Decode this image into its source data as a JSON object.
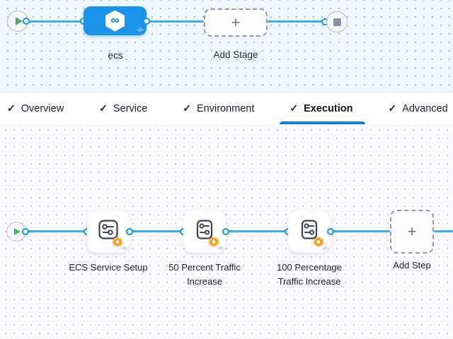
{
  "colors": {
    "node_blue": "#1b93e8",
    "line_blue": "#38aef2",
    "port_blue": "#0b97ea",
    "underline_blue": "#0a7fd6",
    "play_green": "#4cb05a",
    "stop_gray": "#8e90a5",
    "badge_orange": "#ef9a2d"
  },
  "stage_canvas": {
    "play_icon": "play-triangle",
    "stop_icon": "stop-square",
    "stage": {
      "name": "ecs",
      "icon_glyph": "∞",
      "code_glyph": "</>"
    },
    "add_stage": {
      "label": "Add Stage",
      "plus_glyph": "+"
    }
  },
  "tabs": {
    "check_glyph": "✓",
    "items": [
      {
        "label": "Overview",
        "checked": true,
        "active": false
      },
      {
        "label": "Service",
        "checked": true,
        "active": false
      },
      {
        "label": "Environment",
        "checked": true,
        "active": false
      },
      {
        "label": "Execution",
        "checked": true,
        "active": true
      },
      {
        "label": "Advanced",
        "checked": true,
        "active": false
      }
    ]
  },
  "execution": {
    "code_glyph": "</>",
    "steps": [
      {
        "name": "ECS Service Setup"
      },
      {
        "name": "50 Percent Traffic Increase"
      },
      {
        "name": "100 Percentage Traffic Increase"
      }
    ],
    "add_step": {
      "label": "Add Step",
      "plus_glyph": "+"
    }
  }
}
